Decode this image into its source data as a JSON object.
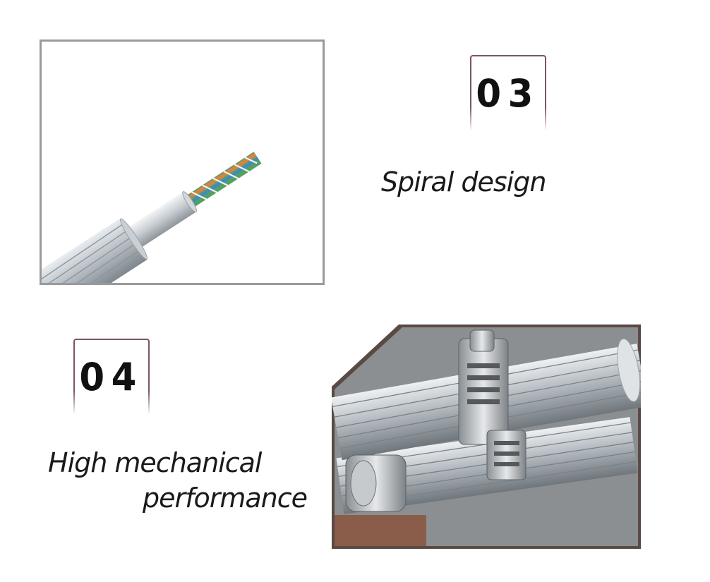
{
  "features": [
    {
      "number": "03",
      "caption": "Spiral design"
    },
    {
      "number": "04",
      "caption_line1": "High mechanical",
      "caption_line2": "performance"
    }
  ]
}
